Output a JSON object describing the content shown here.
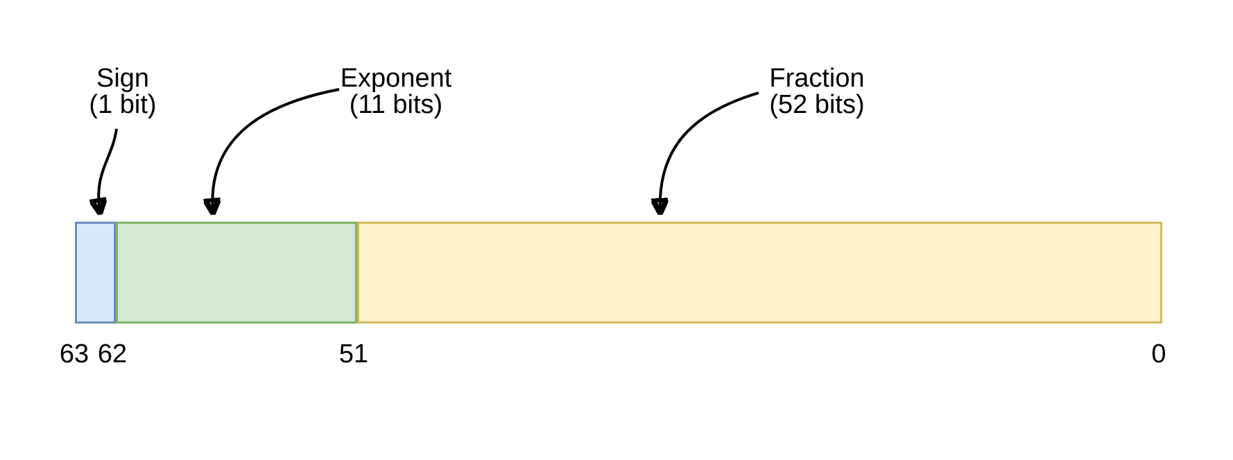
{
  "fields": [
    {
      "label": "Sign",
      "bits": "(1 bit)"
    },
    {
      "label": "Exponent",
      "bits": "(11 bits)"
    },
    {
      "label": "Fraction",
      "bits": "(52 bits)"
    }
  ],
  "bit_indices": {
    "msb": "63",
    "sign_end": "62",
    "exponent_end": "51",
    "lsb": "0"
  },
  "colors": {
    "background": "#ffffff",
    "text": "#000000",
    "arrow": "#000000",
    "sign_fill": "#dae8fc",
    "sign_border": "#6c8ebf",
    "exponent_fill": "#d5e8d4",
    "exponent_border": "#82b366",
    "fraction_fill": "#fff2cc",
    "fraction_border": "#d6b656"
  }
}
